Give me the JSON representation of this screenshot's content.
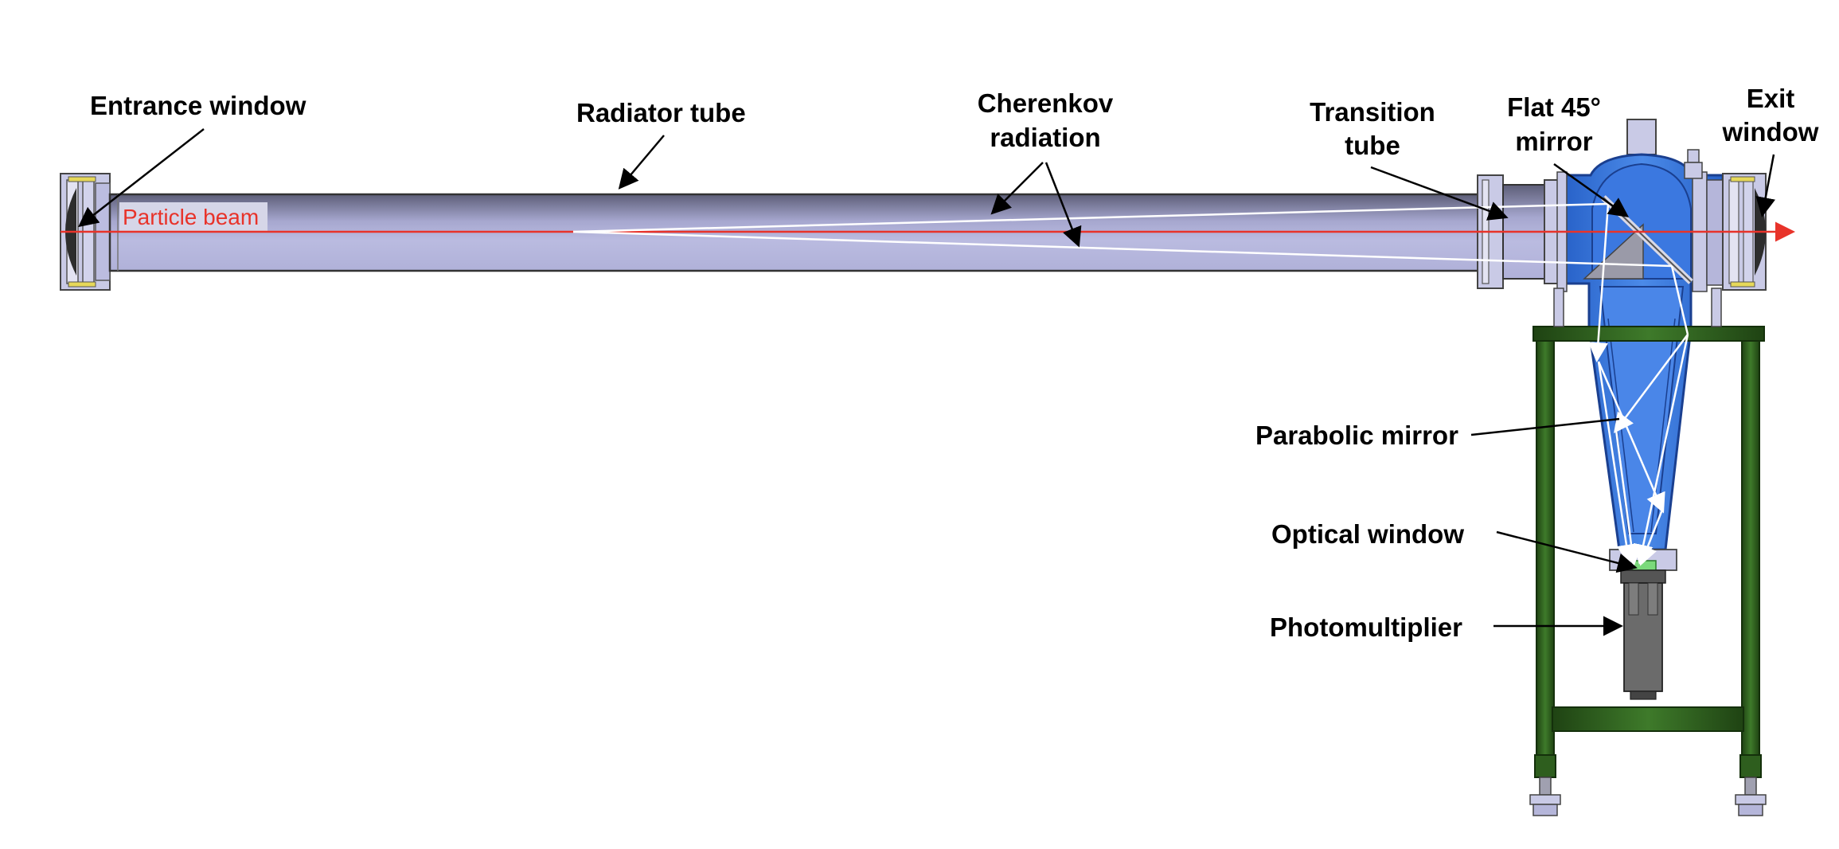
{
  "labels": {
    "entrance_window": "Entrance window",
    "radiator_tube": "Radiator tube",
    "cherenkov_line1": "Cherenkov",
    "cherenkov_line2": "radiation",
    "transition_line1": "Transition",
    "transition_line2": "tube",
    "flat_mirror_line1": "Flat 45°",
    "flat_mirror_line2": "mirror",
    "exit_line1": "Exit",
    "exit_line2": "window",
    "parabolic_mirror": "Parabolic mirror",
    "optical_window": "Optical window",
    "photomultiplier": "Photomultiplier",
    "particle_beam": "Particle beam"
  },
  "colors": {
    "beam": "#e8332a",
    "tube_fill": "#b7b8dc",
    "tube_dark": "#6e6f8c",
    "vessel_blue": "#2f6fdc",
    "vessel_light": "#4a86e8",
    "frame_green": "#2e5e1e",
    "pmt_gray": "#6b6b6b",
    "optical_green": "#7bd97b"
  }
}
